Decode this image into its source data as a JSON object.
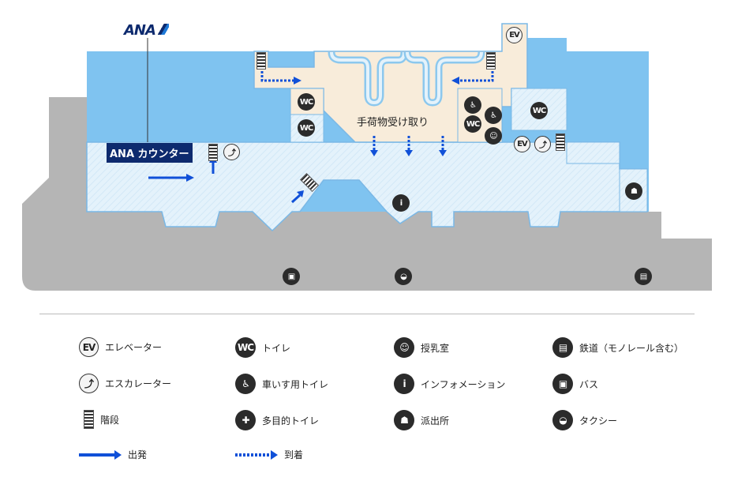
{
  "logo": "ANA",
  "map": {
    "counter_label": "ANA カウンター",
    "baggage_label": "手荷物受け取り",
    "icons": {
      "wc": "WC",
      "ev": "EV",
      "info": "i",
      "esc": "⤴",
      "wheel": "♿",
      "nursing": "☺",
      "bus": "▣",
      "taxi": "◒",
      "multi": "✚",
      "police": "☗",
      "rail": "▤"
    }
  },
  "legend": [
    {
      "icon": "ev",
      "label": "エレベーター"
    },
    {
      "icon": "wc",
      "label": "トイレ"
    },
    {
      "icon": "nursing",
      "label": "授乳室"
    },
    {
      "icon": "rail",
      "label": "鉄道（モノレール含む）"
    },
    {
      "icon": "esc",
      "label": "エスカレーター"
    },
    {
      "icon": "wheel",
      "label": "車いす用トイレ"
    },
    {
      "icon": "info",
      "label": "インフォメーション"
    },
    {
      "icon": "bus",
      "label": "バス"
    },
    {
      "icon": "stairs",
      "label": "階段"
    },
    {
      "icon": "multi",
      "label": "多目的トイレ"
    },
    {
      "icon": "police",
      "label": "派出所"
    },
    {
      "icon": "taxi",
      "label": "タクシー"
    },
    {
      "icon": "depart-arrow",
      "label": "出発"
    },
    {
      "icon": "arrive-arrow",
      "label": "到着"
    }
  ],
  "colors": {
    "water": "#7fc3f0",
    "concourse": "#e4f2fb",
    "baggage": "#f8ecda",
    "ground": "#b5b5b5",
    "route": "#1050d8",
    "brand": "#0d2a6e"
  }
}
